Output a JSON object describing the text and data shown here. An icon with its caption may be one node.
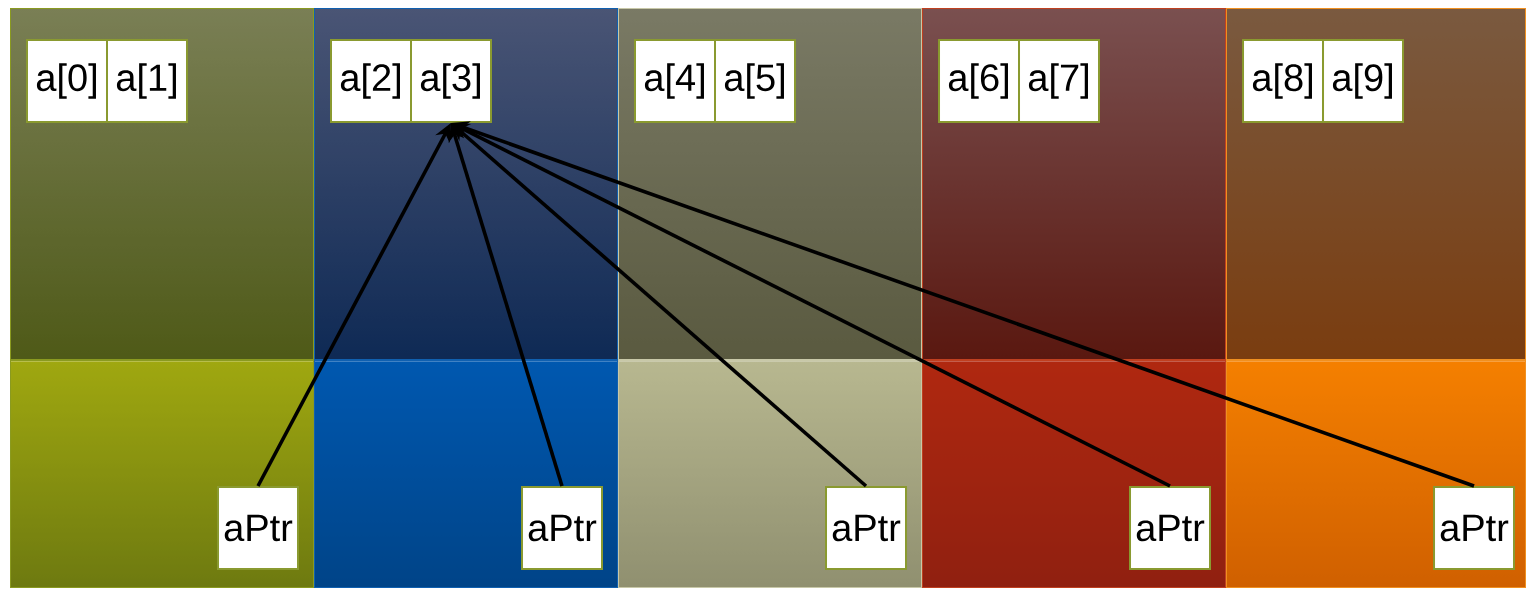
{
  "diagram": {
    "nodes": [
      {
        "text": [],
        "shape": "box"
      },
      {
        "text": [
          "a[0]"
        ],
        "in": 0
      },
      {
        "text": [
          "a[1]"
        ],
        "in": 0
      },
      {
        "text": [],
        "shape": "box"
      },
      {
        "text": [
          "a[2]"
        ],
        "in": 3
      },
      {
        "text": [
          "a[3]"
        ],
        "in": 3
      },
      {
        "text": [],
        "shape": "box"
      },
      {
        "text": [
          "a[4]"
        ],
        "in": 6
      },
      {
        "text": [
          "a[5]"
        ],
        "in": 6
      },
      {
        "text": [],
        "shape": "box"
      },
      {
        "text": [
          "a[6]"
        ],
        "in": 9
      },
      {
        "text": [
          "a[7]"
        ],
        "in": 9
      },
      {
        "text": [],
        "shape": "box"
      },
      {
        "text": [
          "a[8]"
        ],
        "in": 12
      },
      {
        "text": [
          "a[9]"
        ],
        "in": 12
      },
      {
        "text": [],
        "shape": "box"
      },
      {
        "text": [
          "aPtr"
        ],
        "in": 15
      },
      {
        "text": [],
        "shape": "box"
      },
      {
        "text": [
          "aPtr"
        ],
        "in": 17
      },
      {
        "text": [],
        "shape": "box"
      },
      {
        "text": [
          "aPtr"
        ],
        "in": 19
      },
      {
        "text": [],
        "shape": "box"
      },
      {
        "text": [
          "aPtr"
        ],
        "in": 21
      },
      {
        "text": [],
        "shape": "box"
      },
      {
        "text": [
          "aPtr"
        ],
        "in": 23
      }
    ],
    "edges": [
      {
        "from": 16,
        "to": 5,
        "arrow": "to"
      },
      {
        "from": 18,
        "to": 5,
        "arrow": "to"
      },
      {
        "from": 20,
        "to": 5,
        "arrow": "to"
      },
      {
        "from": 22,
        "to": 5,
        "arrow": "to"
      },
      {
        "from": 24,
        "to": 5,
        "arrow": "to"
      }
    ]
  }
}
